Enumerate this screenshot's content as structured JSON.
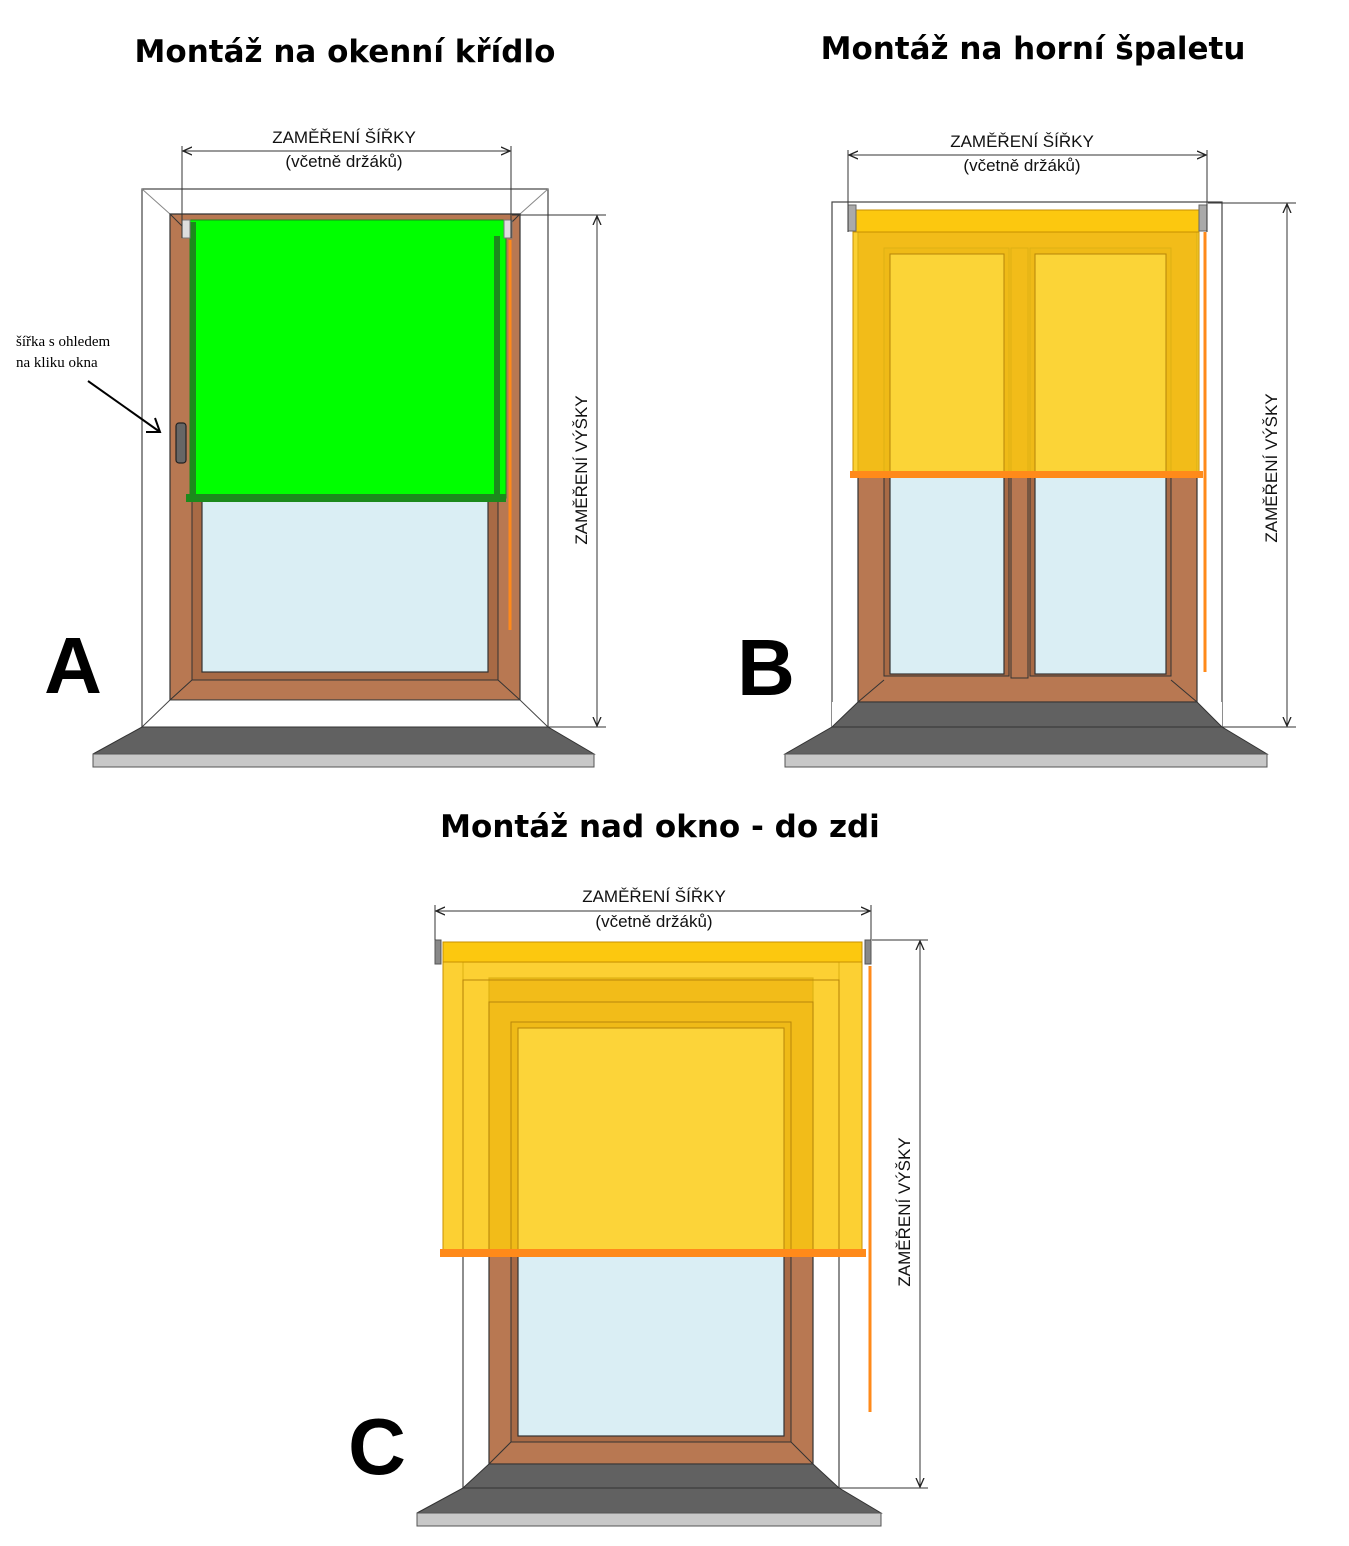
{
  "panel_a": {
    "title": "Montáž na okenní křídlo",
    "letter": "A",
    "width_label": "ZAMĚŘENÍ ŠÍŘKY",
    "width_sublabel": "(včetně držáků)",
    "height_label": "ZAMĚŘENÍ VÝŠKY",
    "note_line1": "šířka s ohledem",
    "note_line2": "na kliku okna"
  },
  "panel_b": {
    "title": "Montáž na horní špaletu",
    "letter": "B",
    "width_label": "ZAMĚŘENÍ ŠÍŘKY",
    "width_sublabel": "(včetně držáků)",
    "height_label": "ZAMĚŘENÍ VÝŠKY"
  },
  "panel_c": {
    "title": "Montáž nad okno - do zdi",
    "letter": "C",
    "width_label": "ZAMĚŘENÍ ŠÍŘKY",
    "width_sublabel": "(včetně držáků)",
    "height_label": "ZAMĚŘENÍ VÝŠKY"
  },
  "colors": {
    "frame_brown": "#b87852",
    "glass": "#daeef4",
    "blind_green": "#00ff00",
    "blind_green_dark": "#1c8a1c",
    "blind_yellow": "#fcc80f",
    "blind_yellow_light": "#ffd83d",
    "bar_orange": "#ff8a1a",
    "sill_dark": "#616161",
    "sill_light": "#c8c8c8"
  }
}
